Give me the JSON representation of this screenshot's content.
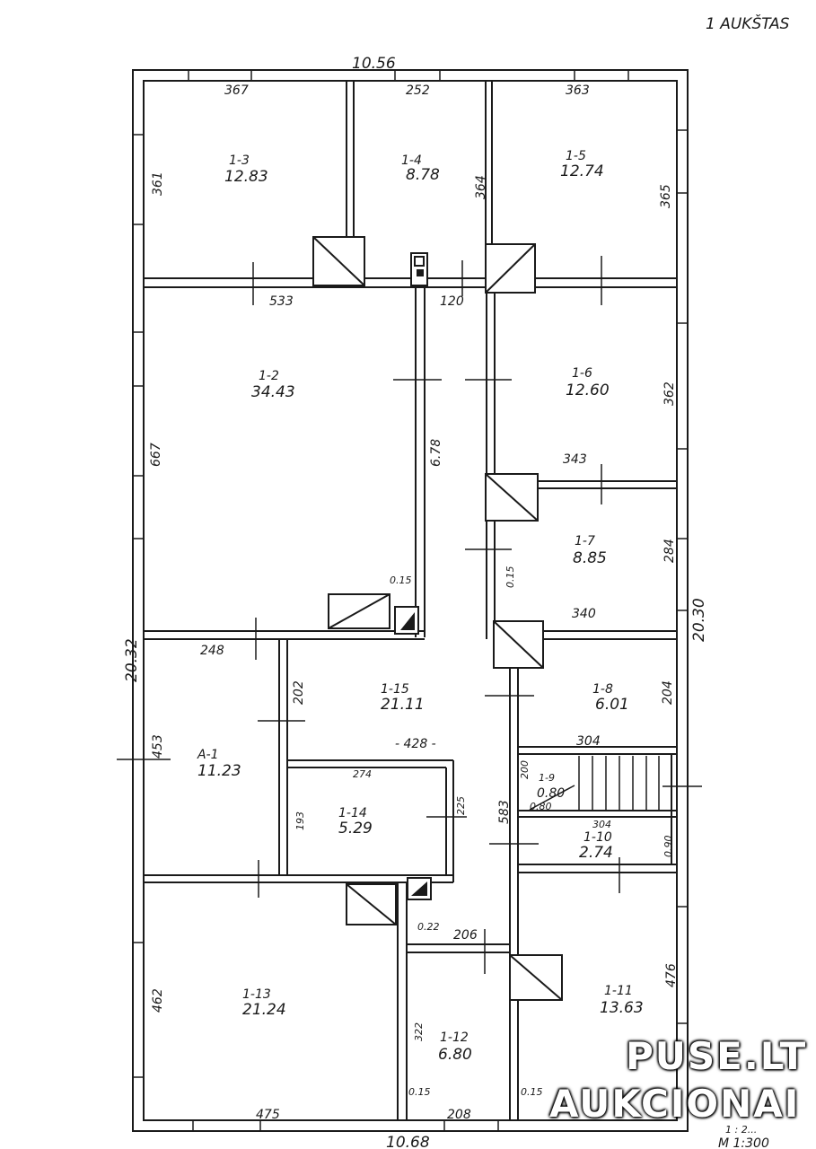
{
  "header": {
    "floor_label": "1 AUKŠTAS"
  },
  "dimensions": {
    "overall_top": "10.56",
    "overall_bottom": "10.68",
    "overall_left": "20.32",
    "overall_right": "20.30",
    "d_367": "367",
    "d_252": "252",
    "d_363": "363",
    "d_361": "361",
    "d_364": "364",
    "d_365": "365",
    "d_533": "533",
    "d_120": "120",
    "d_667": "667",
    "d_678": "6.78",
    "d_362": "362",
    "d_343": "343",
    "d_015a": "0.15",
    "d_015b": "0.15",
    "d_284": "284",
    "d_340": "340",
    "d_248": "248",
    "d_202": "202",
    "d_204": "204",
    "d_453": "453",
    "d_428": "- 428 -",
    "d_304a": "304",
    "d_200": "200",
    "d_274": "274",
    "d_225": "225",
    "d_583": "583",
    "d_193": "193",
    "d_080": "0.80",
    "d_304b": "304",
    "d_090": "0.90",
    "d_022": "0.22",
    "d_206": "206",
    "d_462": "462",
    "d_322": "322",
    "d_476": "476",
    "d_475": "475",
    "d_208": "208",
    "d_015c": "0.15",
    "d_015d": "0.15"
  },
  "rooms": [
    {
      "id": "1-3",
      "area": "12.83"
    },
    {
      "id": "1-4",
      "area": "8.78"
    },
    {
      "id": "1-5",
      "area": "12.74"
    },
    {
      "id": "1-2",
      "area": "34.43"
    },
    {
      "id": "1-6",
      "area": "12.60"
    },
    {
      "id": "1-7",
      "area": "8.85"
    },
    {
      "id": "1-8",
      "area": "6.01"
    },
    {
      "id": "1-15",
      "area": "21.11"
    },
    {
      "id": "A-1",
      "area": "11.23"
    },
    {
      "id": "1-14",
      "area": "5.29"
    },
    {
      "id": "1-9",
      "area": "0.80"
    },
    {
      "id": "1-10",
      "area": "2.74"
    },
    {
      "id": "1-13",
      "area": "21.24"
    },
    {
      "id": "1-12",
      "area": "6.80"
    },
    {
      "id": "1-11",
      "area": "13.63"
    }
  ],
  "footer": {
    "scale_top": "1 : 2...",
    "scale": "M 1:300"
  },
  "watermark": {
    "line1": "PUSE.LT",
    "line2": "AUKCIONAI"
  }
}
